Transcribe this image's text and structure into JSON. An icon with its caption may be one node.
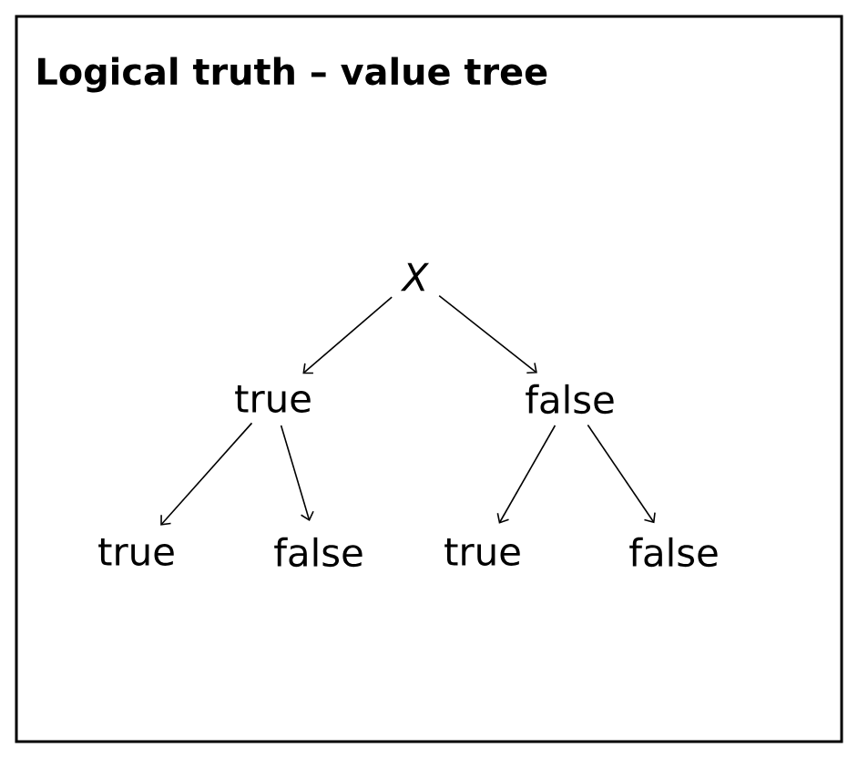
{
  "diagram": {
    "title": "Logical truth – value tree",
    "nodes": [
      {
        "text": [
          "X"
        ]
      },
      {
        "text": [
          "true"
        ]
      },
      {
        "text": [
          "false"
        ]
      },
      {
        "text": [
          "true"
        ]
      },
      {
        "text": [
          "false"
        ]
      },
      {
        "text": [
          "true"
        ]
      },
      {
        "text": [
          "false"
        ]
      }
    ],
    "edges": [
      {
        "from": 0,
        "to": 1,
        "arrow": "to"
      },
      {
        "from": 0,
        "to": 2,
        "arrow": "to"
      },
      {
        "from": 1,
        "to": 3,
        "arrow": "to"
      },
      {
        "from": 1,
        "to": 4,
        "arrow": "to"
      },
      {
        "from": 2,
        "to": 5,
        "arrow": "to"
      },
      {
        "from": 2,
        "to": 6,
        "arrow": "to"
      }
    ]
  }
}
